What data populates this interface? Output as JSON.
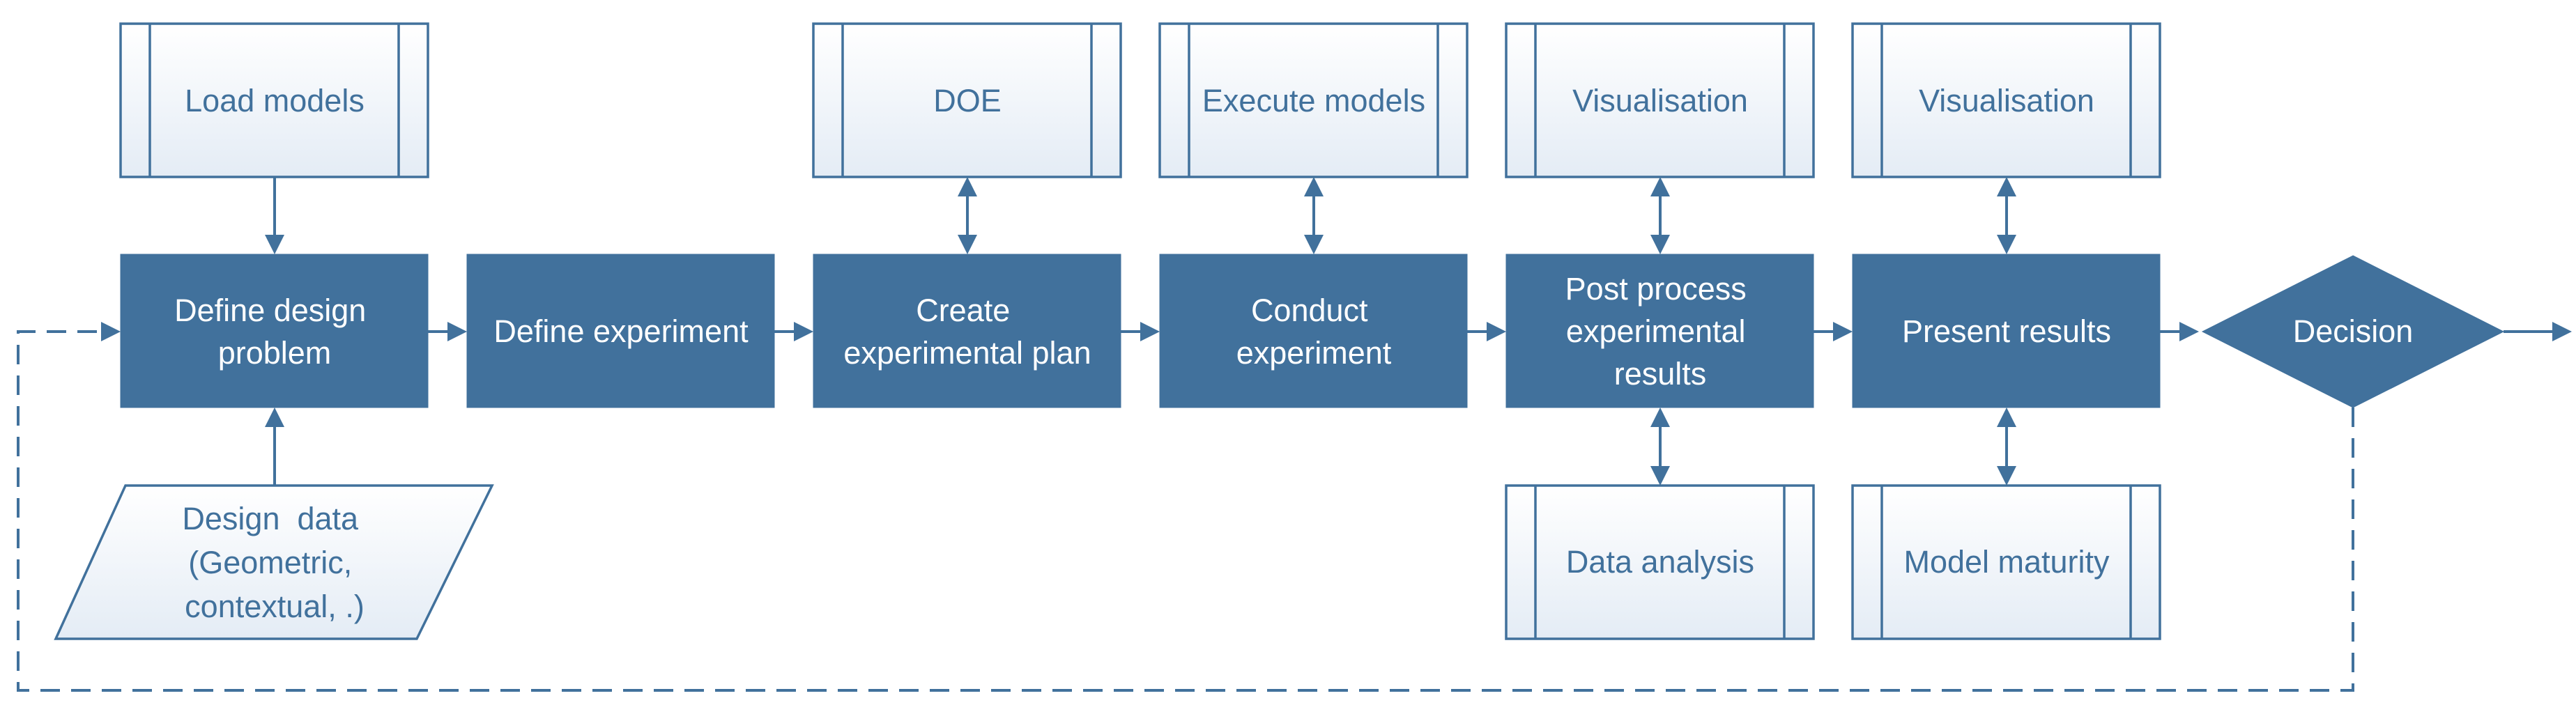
{
  "colors": {
    "primary": "#41719C",
    "subprocess_fill_top": "#FFFFFF",
    "subprocess_fill_bottom": "#E4ECF5"
  },
  "process": [
    {
      "id": "define-design-problem",
      "lines": [
        "Define design",
        "problem"
      ]
    },
    {
      "id": "define-experiment",
      "lines": [
        "Define experiment"
      ]
    },
    {
      "id": "create-experimental-plan",
      "lines": [
        "Create",
        "experimental plan"
      ]
    },
    {
      "id": "conduct-experiment",
      "lines": [
        "Conduct",
        "experiment"
      ]
    },
    {
      "id": "post-process-experimental-results",
      "lines": [
        "Post process",
        "experimental",
        "results"
      ]
    },
    {
      "id": "present-results",
      "lines": [
        "Present results"
      ]
    }
  ],
  "decision": {
    "label": "Decision"
  },
  "subprocesses_top": [
    {
      "id": "load-models",
      "label": "Load models"
    },
    {
      "id": "doe",
      "label": "DOE"
    },
    {
      "id": "execute-models",
      "label": "Execute models"
    },
    {
      "id": "visualisation-1",
      "label": "Visualisation"
    },
    {
      "id": "visualisation-2",
      "label": "Visualisation"
    }
  ],
  "subprocesses_bottom": [
    {
      "id": "data-analysis",
      "label": "Data analysis"
    },
    {
      "id": "model-maturity",
      "label": "Model maturity"
    }
  ],
  "input_data": {
    "lines": [
      "Design  data",
      "(Geometric,",
      "contextual, .)"
    ]
  }
}
